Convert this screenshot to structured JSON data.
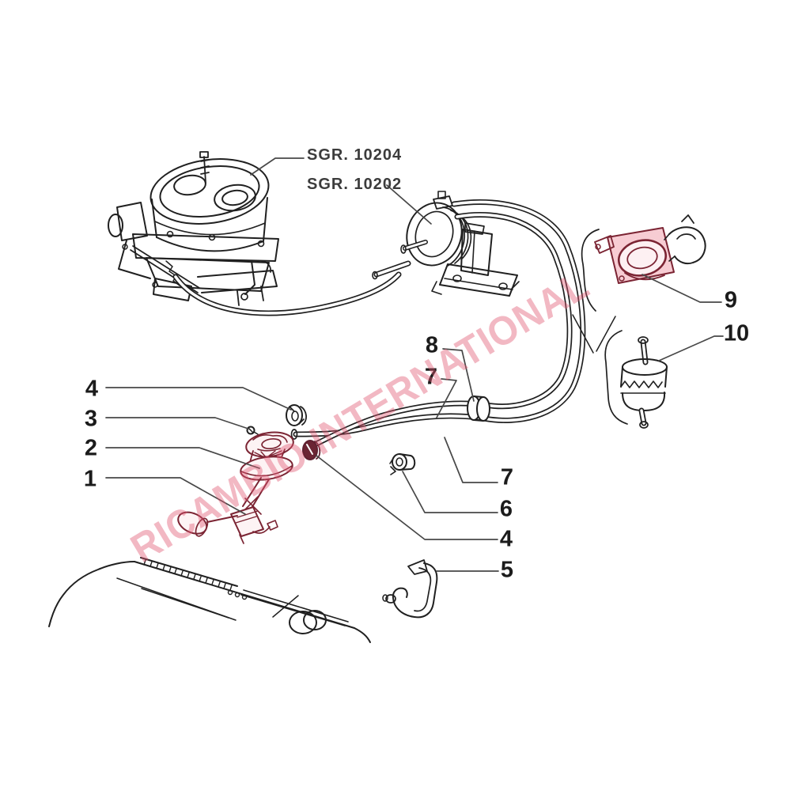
{
  "watermark": {
    "text": "RICAMBIO INTERNATIONAL",
    "color": "#e05670",
    "opacity": 0.42,
    "rotation_deg": -31
  },
  "group_labels": [
    {
      "text": "SGR. 10204"
    },
    {
      "text": "SGR. 10202"
    }
  ],
  "callouts": {
    "left": [
      {
        "label": "4"
      },
      {
        "label": "3"
      },
      {
        "label": "2"
      },
      {
        "label": "1"
      }
    ],
    "middle": [
      {
        "label": "8"
      },
      {
        "label": "7"
      }
    ],
    "right_column": [
      {
        "label": "7"
      },
      {
        "label": "6"
      },
      {
        "label": "4"
      },
      {
        "label": "5"
      }
    ],
    "right_side": [
      {
        "label": "9"
      },
      {
        "label": "10"
      }
    ]
  },
  "colors": {
    "line": "#202020",
    "leader": "#484848",
    "highlight_stroke": "#7b2433",
    "highlight_fill": "#f7ccd3",
    "watermark_pink": "#e05670"
  }
}
